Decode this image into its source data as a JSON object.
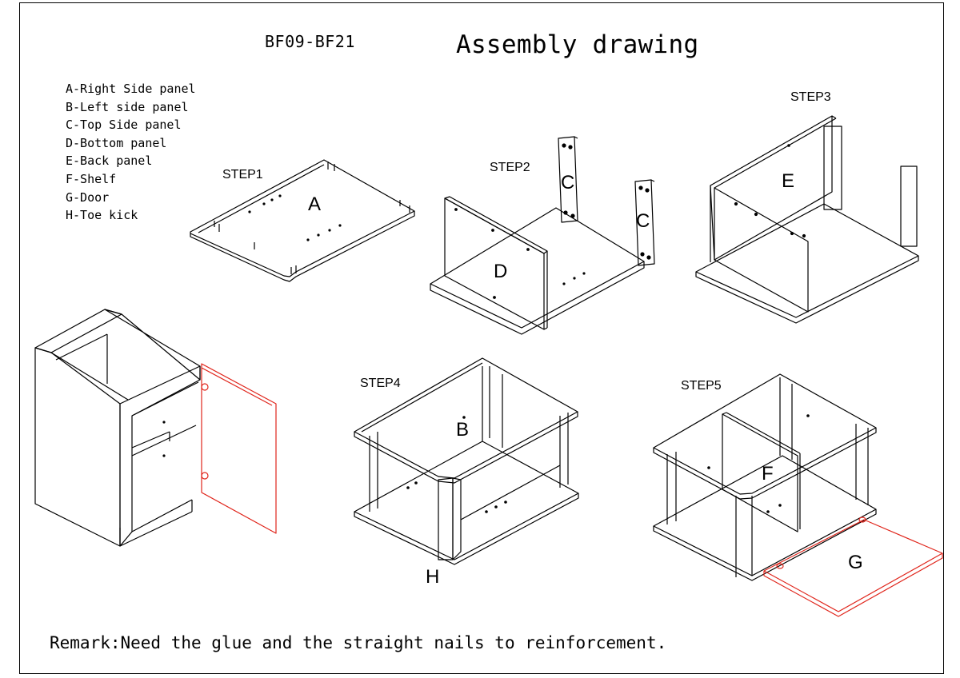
{
  "header": {
    "code": "BF09-BF21",
    "title": "Assembly drawing"
  },
  "parts_list": [
    "A-Right Side panel",
    "B-Left side panel",
    "C-Top Side panel",
    "D-Bottom panel",
    "E-Back panel",
    "F-Shelf",
    "G-Door",
    "H-Toe kick"
  ],
  "steps": {
    "step1": "STEP1",
    "step2": "STEP2",
    "step3": "STEP3",
    "step4": "STEP4",
    "step5": "STEP5"
  },
  "panel_labels": {
    "a": "A",
    "b": "B",
    "c1": "C",
    "c2": "C",
    "d": "D",
    "e": "E",
    "f": "F",
    "g": "G",
    "h": "H"
  },
  "remark": "Remark:Need the glue and the straight nails to reinforcement.",
  "colors": {
    "line": "#000000",
    "accent": "#e0251b"
  }
}
